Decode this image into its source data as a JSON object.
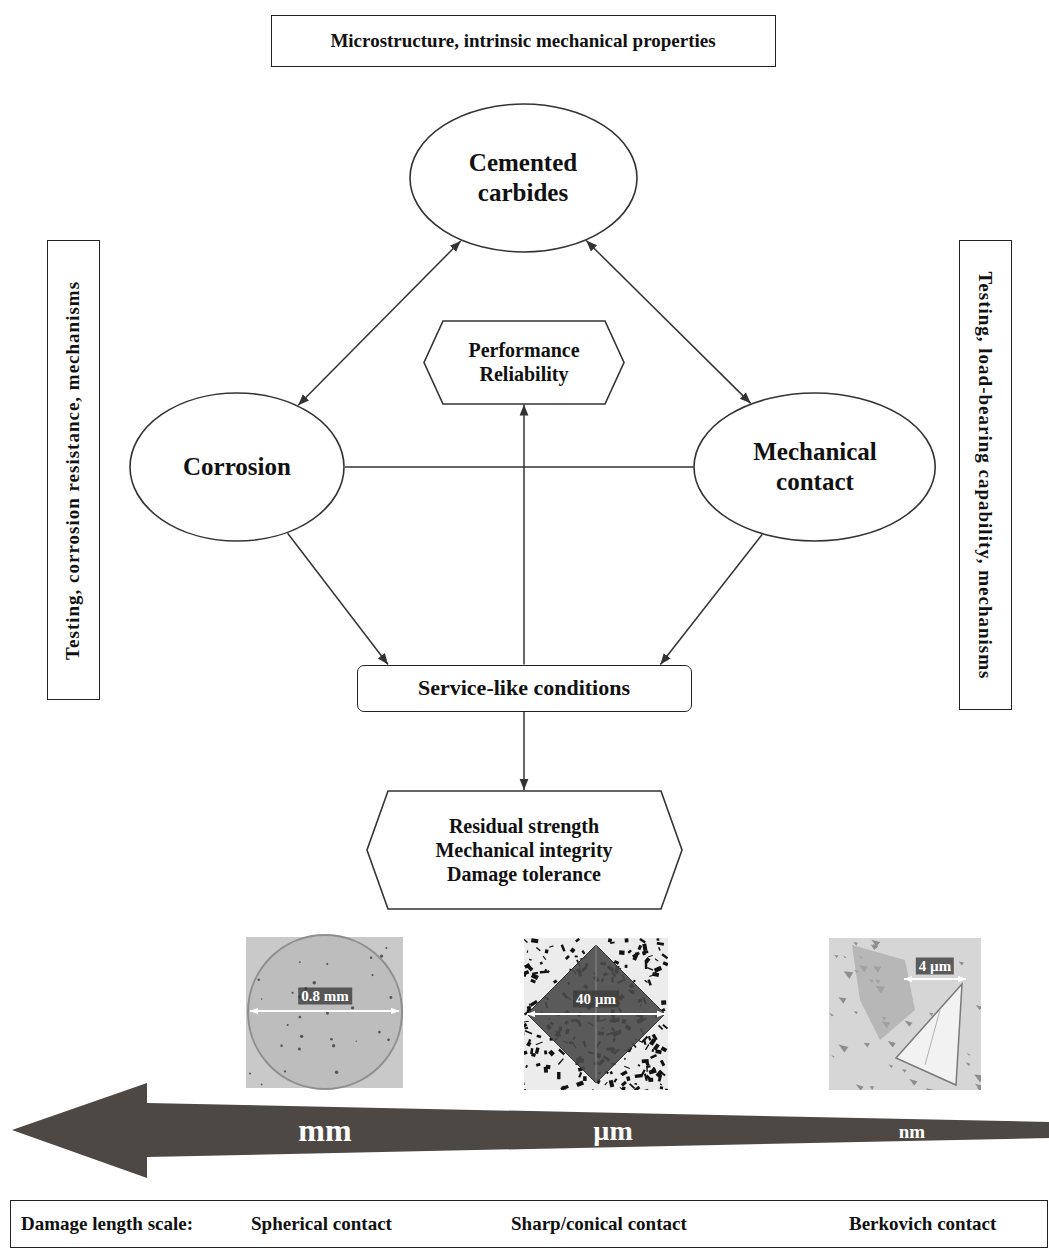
{
  "diagram": {
    "nodes": [
      {
        "text": [
          "Microstructure, intrinsic mechanical properties"
        ]
      },
      {
        "text": [
          "Cemented carbides"
        ]
      },
      {
        "text": [
          "Testing, corrosion resistance, mechanisms"
        ]
      },
      {
        "text": [
          "Performance Reliability"
        ]
      },
      {
        "text": [
          "Testing, load-bearing capability, mechanisms"
        ]
      },
      {
        "text": [
          "Corrosion"
        ]
      },
      {
        "text": [
          "Mechanical contact"
        ]
      },
      {
        "text": [
          "Service-like conditions"
        ]
      },
      {
        "text": [
          "Residual strength Mechanical integrity Damage tolerance"
        ]
      },
      {
        "text": [
          "Damage length scale:",
          "Spherical contact",
          "Sharp/conical contact",
          "Berkovich contact"
        ]
      }
    ],
    "edges": [
      {
        "from": 1,
        "to": 5,
        "arrow": "both"
      },
      {
        "from": 1,
        "to": 6,
        "arrow": "both"
      },
      {
        "from": 5,
        "to": 6,
        "arrow": "none"
      },
      {
        "from": 5,
        "to": 7,
        "arrow": "to"
      },
      {
        "from": 6,
        "to": 7,
        "arrow": "to"
      },
      {
        "from": 7,
        "to": 3,
        "arrow": "to"
      },
      {
        "from": 7,
        "to": 8,
        "arrow": "to"
      }
    ],
    "labels": [
      "0.8 mm",
      "40 µm",
      "4 µm",
      "mm",
      "µm",
      "nm"
    ]
  }
}
